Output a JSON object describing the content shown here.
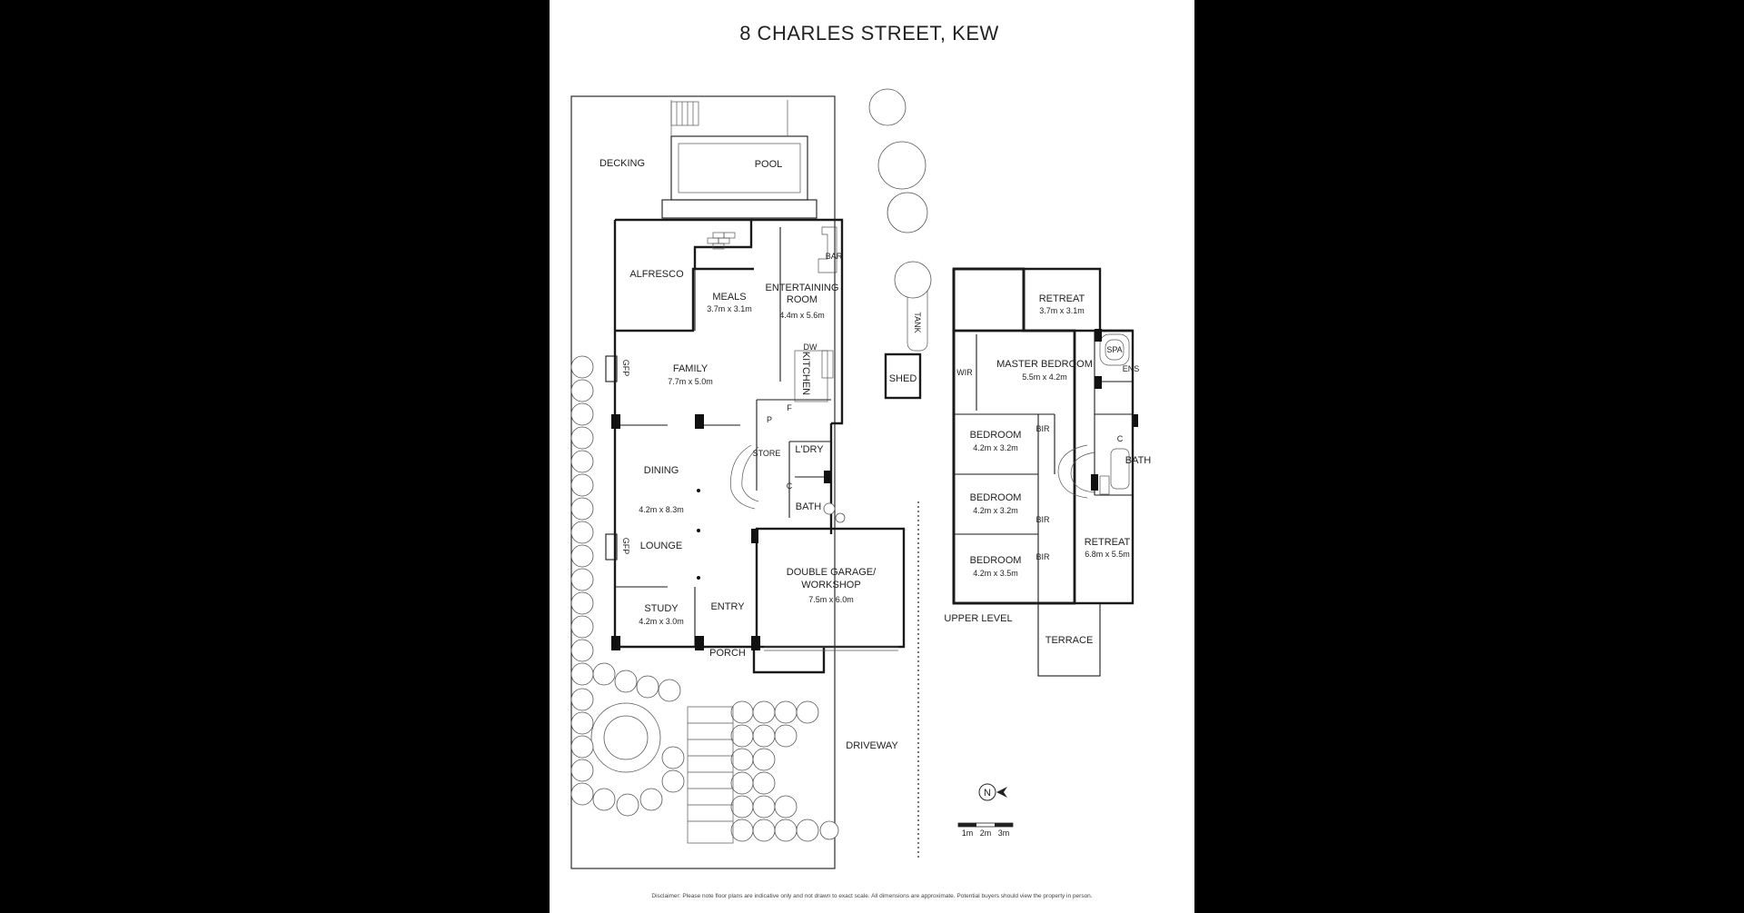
{
  "title": "8 CHARLES STREET, KEW",
  "disclaimer": "Disclaimer: Please note floor plans are indicative only and not drawn to exact scale. All dimensions are approximate. Potential buyers should view the property in person.",
  "ground": {
    "decking": "DECKING",
    "pool": "POOL",
    "alfresco": "ALFRESCO",
    "meals": "MEALS",
    "meals_dim": "3.7m x 3.1m",
    "entertaining_1": "ENTERTAINING",
    "entertaining_2": "ROOM",
    "entertaining_dim": "4.4m x 5.6m",
    "bar": "BAR",
    "tank": "TANK",
    "shed": "SHED",
    "family": "FAMILY",
    "family_dim": "7.7m x 5.0m",
    "gfp": "GFP",
    "dw": "DW",
    "kitchen": "KITCHEN",
    "p": "P",
    "f": "F",
    "store": "STORE",
    "laundry": "L'DRY",
    "c": "C",
    "bath": "BATH",
    "dining": "DINING",
    "dining_dim": "4.2m x 8.3m",
    "lounge": "LOUNGE",
    "garage_1": "DOUBLE GARAGE/",
    "garage_2": "WORKSHOP",
    "garage_dim": "7.5m x 6.0m",
    "study": "STUDY",
    "study_dim": "4.2m x 3.0m",
    "entry": "ENTRY",
    "porch": "PORCH",
    "driveway": "DRIVEWAY"
  },
  "upper": {
    "retreat_top": "RETREAT",
    "retreat_top_dim": "3.7m x 3.1m",
    "wir": "WIR",
    "master": "MASTER BEDROOM",
    "master_dim": "5.5m x 4.2m",
    "ens": "ENS",
    "spa": "SPA",
    "bedroom": "BEDROOM",
    "bedroom1_dim": "4.2m x 3.2m",
    "bedroom2_dim": "4.2m x 3.2m",
    "bedroom3_dim": "4.2m x 3.5m",
    "bir": "BIR",
    "bath": "BATH",
    "c": "C",
    "retreat": "RETREAT",
    "retreat_dim": "6.8m x 5.5m",
    "level": "UPPER LEVEL",
    "terrace": "TERRACE"
  },
  "compass": {
    "letter": "N",
    "icon": "north-arrow-icon"
  },
  "scale": [
    "1m",
    "2m",
    "3m"
  ]
}
